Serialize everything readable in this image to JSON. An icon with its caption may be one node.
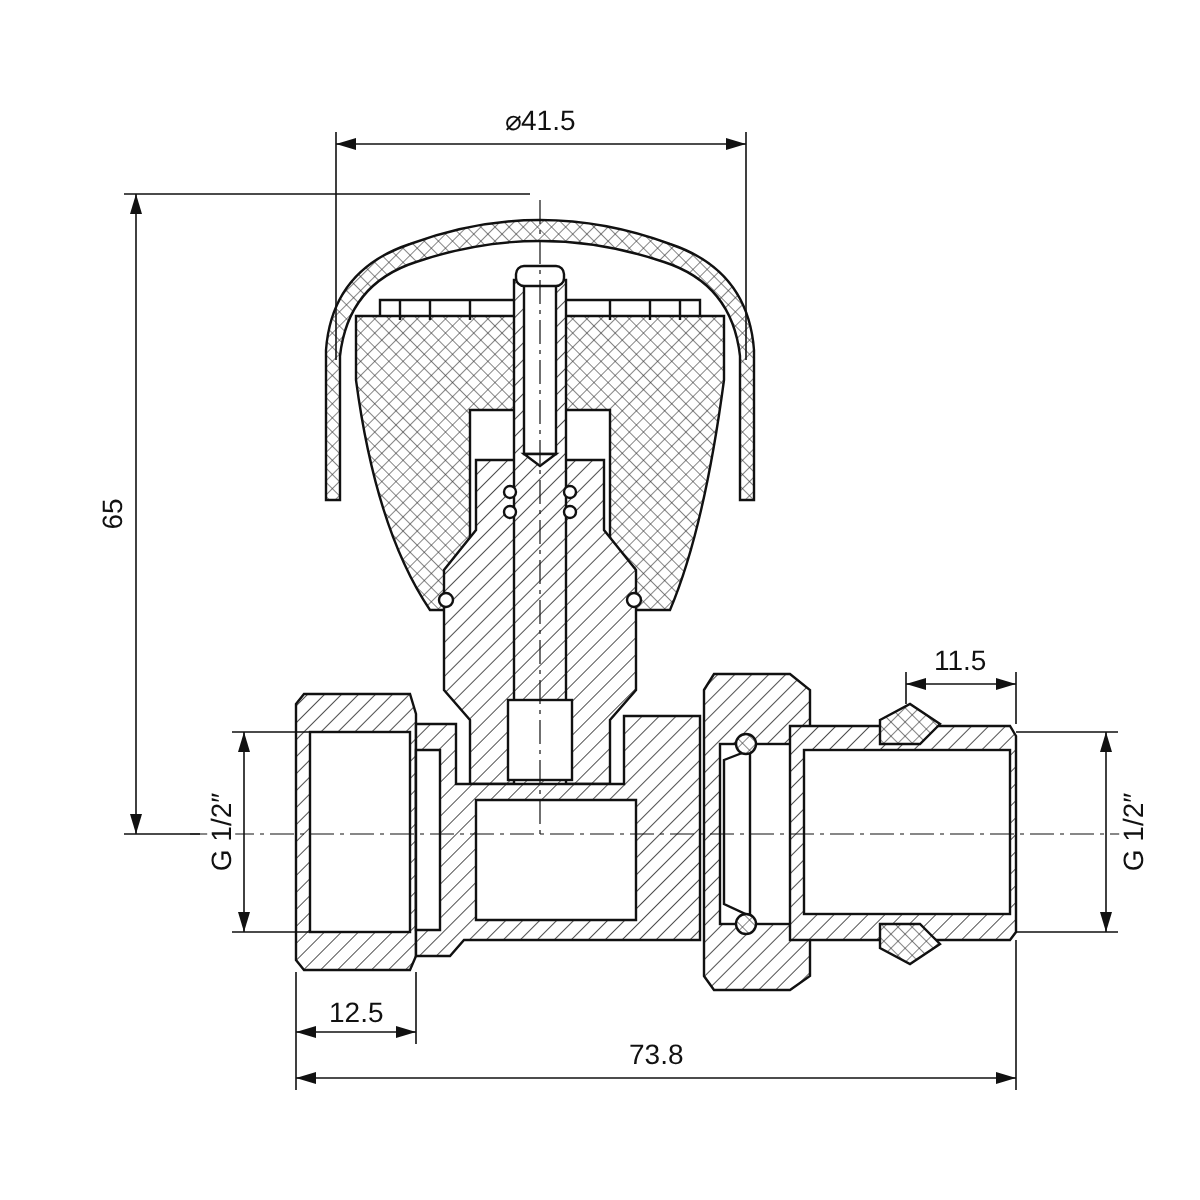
{
  "diagram": {
    "labels": [
      "⌀41.5",
      "65",
      "11.5",
      "G 1/2″",
      "G 1/2″",
      "12.5",
      "73.8"
    ]
  }
}
